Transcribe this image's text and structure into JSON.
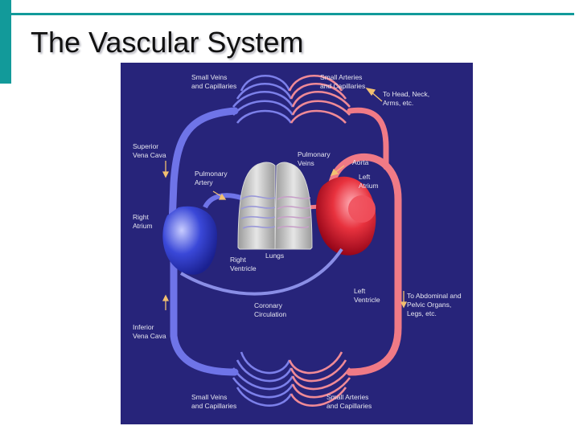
{
  "slide": {
    "title": "The Vascular System"
  },
  "diagram": {
    "labels": {
      "small_veins_top_1": "Small Veins",
      "small_veins_top_2": "and Capillaries",
      "small_arteries_top_1": "Small Arteries",
      "small_arteries_top_2": "and Capillaries",
      "head_1": "To Head, Neck,",
      "head_2": "Arms, etc.",
      "superior_vc_1": "Superior",
      "superior_vc_2": "Vena Cava",
      "pulmonary_veins_1": "Pulmonary",
      "pulmonary_veins_2": "Veins",
      "aorta": "Aorta",
      "pulmonary_artery_1": "Pulmonary",
      "pulmonary_artery_2": "Artery",
      "left_atrium_1": "Left",
      "left_atrium_2": "Atrium",
      "right_atrium_1": "Right",
      "right_atrium_2": "Atrium",
      "lungs": "Lungs",
      "right_ventricle_1": "Right",
      "right_ventricle_2": "Ventricle",
      "left_ventricle_1": "Left",
      "left_ventricle_2": "Ventricle",
      "abdominal_1": "To Abdominal and",
      "abdominal_2": "Pelvic Organs,",
      "abdominal_3": "Legs, etc.",
      "coronary_1": "Coronary",
      "coronary_2": "Circulation",
      "inferior_vc_1": "Inferior",
      "inferior_vc_2": "Vena Cava",
      "small_veins_bottom_1": "Small Veins",
      "small_veins_bottom_2": "and Capillaries",
      "small_arteries_bottom_1": "Small Arteries",
      "small_arteries_bottom_2": "and Capillaries"
    }
  },
  "colors": {
    "accent": "#129a9a",
    "diagram_background": "#27247a",
    "vein": "#6f74e8",
    "artery": "#f07a86",
    "heart_left": "#c8102e",
    "heart_right": "#2b3cc8"
  }
}
